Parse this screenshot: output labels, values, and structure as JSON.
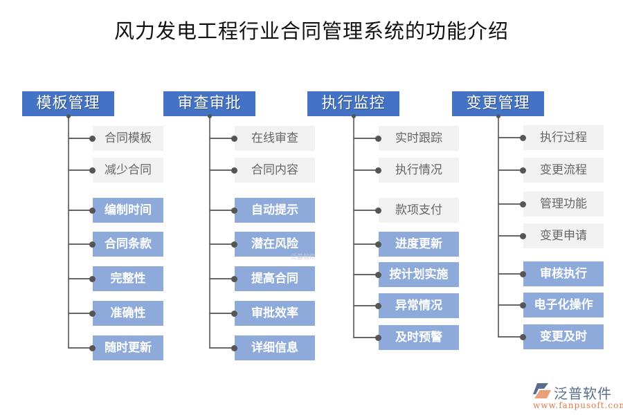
{
  "title": "风力发电工程行业合同管理系统的功能介绍",
  "colors": {
    "header": "#4472c4",
    "gray_box": "#f2f2f2",
    "blue_box": "#8eaadb",
    "line": "#666666"
  },
  "columns": [
    {
      "header": "模板管理",
      "gray_items": [
        "合同模板",
        "减少合同"
      ],
      "blue_items": [
        "编制时间",
        "合同条款",
        "完整性",
        "准确性",
        "随时更新"
      ]
    },
    {
      "header": "审查审批",
      "gray_items": [
        "在线审查",
        "合同内容"
      ],
      "blue_items": [
        "自动提示",
        "潜在风险",
        "提高合同",
        "审批效率",
        "详细信息"
      ]
    },
    {
      "header": "执行监控",
      "gray_items": [
        "实时跟踪",
        "执行情况",
        "款项支付"
      ],
      "blue_items": [
        "进度更新",
        "按计划实施",
        "异常情况",
        "及时预警"
      ]
    },
    {
      "header": "变更管理",
      "gray_items": [
        "执行过程",
        "变更流程",
        "管理功能",
        "变更申请"
      ],
      "blue_items": [
        "审核执行",
        "电子化操作",
        "变更及时"
      ]
    }
  ],
  "watermark": "泛普软件",
  "logo": {
    "name": "泛普软件",
    "url": "www.fanpusoft.com"
  }
}
